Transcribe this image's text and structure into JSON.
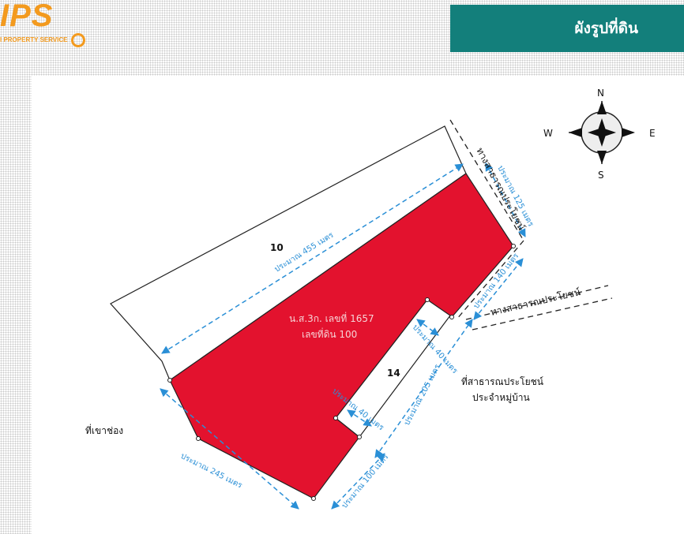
{
  "logo": {
    "main": "IPS",
    "sub": "I PROPERTY SERVICE"
  },
  "header": {
    "title": "ผังรูปที่ดิน"
  },
  "colors": {
    "plot": "#e3122e",
    "header_bg": "#137f7b",
    "dimension": "#2a8fd6",
    "logo": "#f39a1e"
  },
  "compass": {
    "n": "N",
    "s": "S",
    "e": "E",
    "w": "W"
  },
  "plot": {
    "deed": "น.ส.3ก. เลขที่ 1657",
    "land_no": "เลขที่ดิน 100"
  },
  "neighbors": {
    "lot_10": "10",
    "lot_14": "14",
    "public_1": "ที่สาธารณประโยชน์",
    "public_2": "ประจำหมู่บ้าน",
    "west": "ที่เขาช่อง",
    "road_top": "ทางสาธารณประโยชน์",
    "road_right": "ทางสาธารณประโยชน์"
  },
  "dimensions": {
    "d455": "ประมาณ 455 เมตร",
    "d125": "ประมาณ 125 เมตร",
    "d140": "ประมาณ 140 เมตร",
    "d40a": "ประมาณ 40 เมตร",
    "d40b": "ประมาณ 40 เมตร",
    "d205": "ประมาณ 205 เมตร",
    "d100": "ประมาณ 100 เมตร",
    "d245": "ประมาณ 245 เมตร"
  }
}
